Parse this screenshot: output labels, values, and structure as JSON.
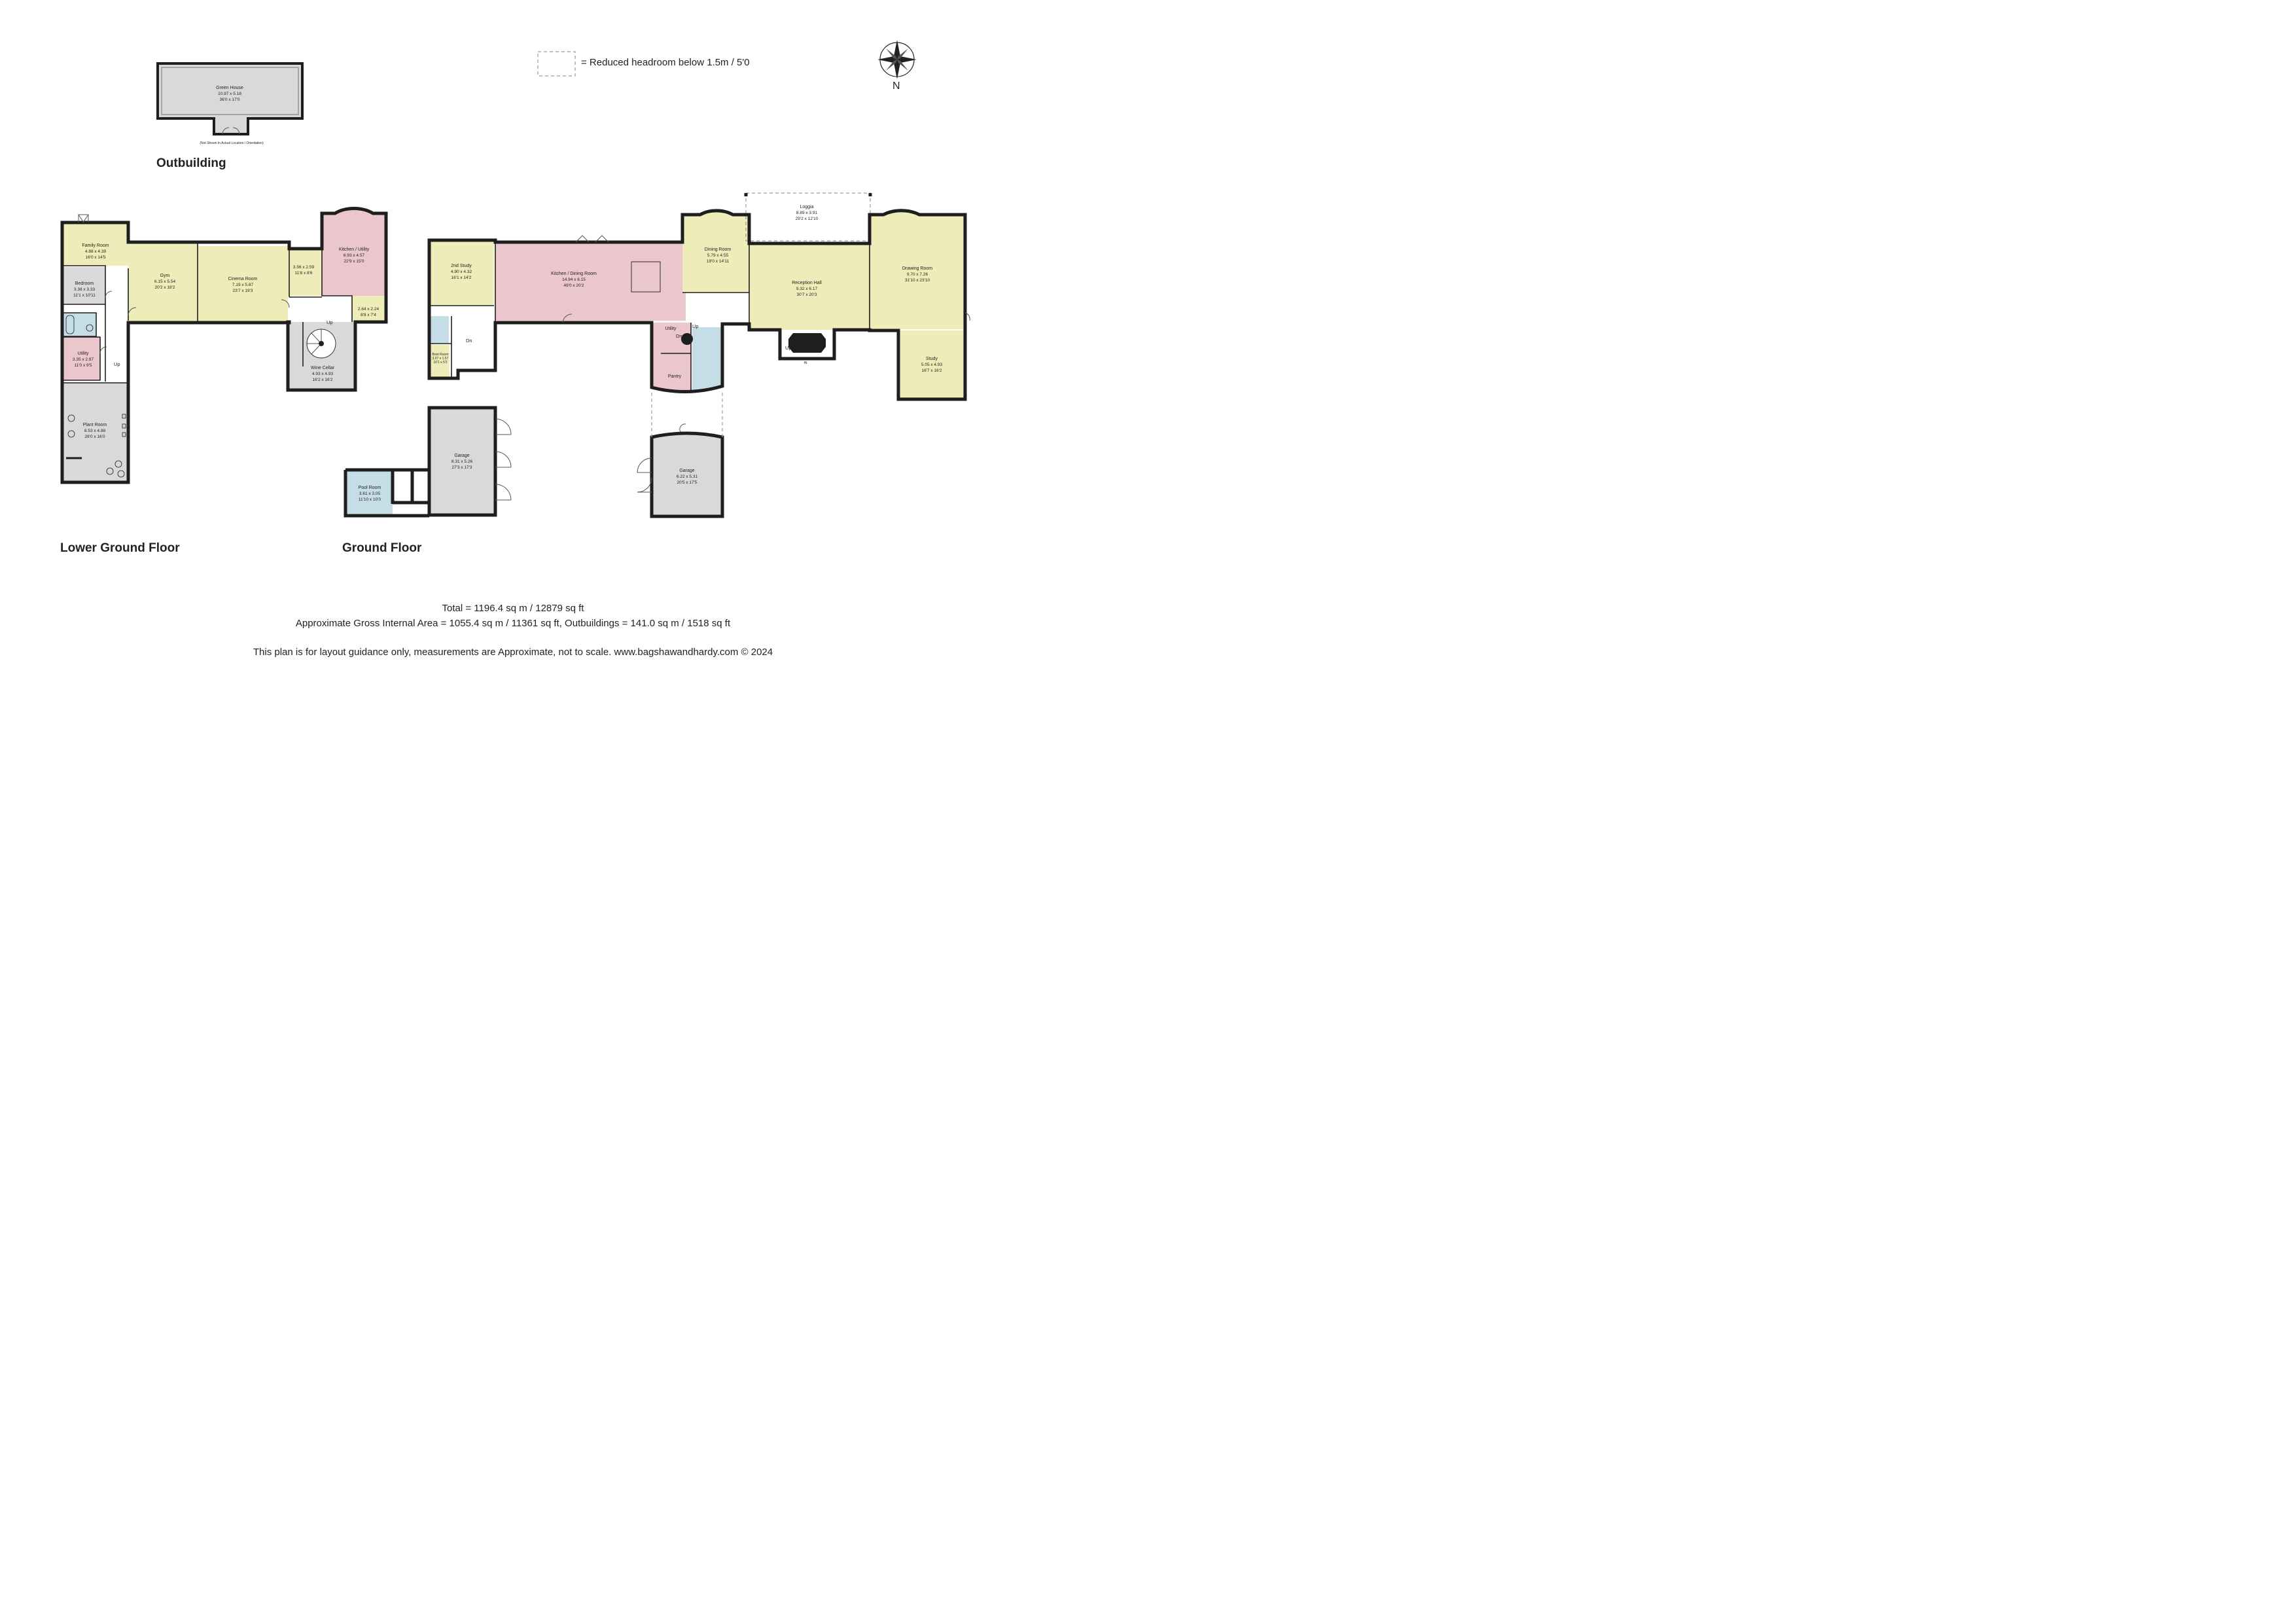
{
  "legend": {
    "text": "= Reduced headroom below 1.5m / 5'0"
  },
  "compass": {
    "label": "N",
    "icon": "north-compass-icon"
  },
  "floors": {
    "outbuilding": "Outbuilding",
    "lower_ground": "Lower Ground Floor",
    "ground": "Ground Floor"
  },
  "outbuilding": {
    "note": "(Not Shown In Actual Location / Orientation)",
    "green_house": {
      "name": "Green House",
      "metric": "10.97 x 5.18",
      "imperial": "36'0 x 17'0"
    }
  },
  "lower_ground_rooms": {
    "family_room": {
      "name": "Family Room",
      "metric": "4.88 x 4.39",
      "imperial": "16'0 x 14'5"
    },
    "bedroom": {
      "name": "Bedroom",
      "metric": "3.38 x 3.33",
      "imperial": "11'1 x 10'11"
    },
    "utility": {
      "name": "Utility",
      "metric": "3.35 x 2.87",
      "imperial": "11'0 x 9'5"
    },
    "plant_room": {
      "name": "Plant Room",
      "metric": "8.53 x 4.88",
      "imperial": "28'0 x 16'0"
    },
    "gym": {
      "name": "Gym",
      "metric": "6.15 x 5.54",
      "imperial": "20'2 x 18'2"
    },
    "cinema_room": {
      "name": "Cinema Room",
      "metric": "7.19 x 5.87",
      "imperial": "23'7 x 19'3"
    },
    "store_a": {
      "metric": "3.56 x 2.59",
      "imperial": "11'8 x 8'6"
    },
    "store_b": {
      "metric": "2.64 x 2.24",
      "imperial": "8'8 x 7'4"
    },
    "kitchen_utility": {
      "name": "Kitchen / Utility",
      "metric": "6.93 x 4.57",
      "imperial": "22'9 x 15'0"
    },
    "wine_cellar": {
      "name": "Wine Cellar",
      "metric": "4.93 x 4.93",
      "imperial": "16'2 x 16'2"
    }
  },
  "ground_rooms": {
    "second_study": {
      "name": "2nd Study",
      "metric": "4.90 x 4.32",
      "imperial": "16'1 x 14'2"
    },
    "boot_room": {
      "name": "Boot Room",
      "metric": "3.07 x 1.57",
      "imperial": "10'1 x 5'2"
    },
    "kitchen_dining": {
      "name": "Kitchen / Dining Room",
      "metric": "14.94 x 6.15",
      "imperial": "49'0 x 20'2"
    },
    "dining_room": {
      "name": "Dining Room",
      "metric": "5.79 x 4.55",
      "imperial": "19'0 x 14'11"
    },
    "loggia": {
      "name": "Loggia",
      "metric": "8.89 x 3.91",
      "imperial": "29'2 x 12'10"
    },
    "reception_hall": {
      "name": "Reception Hall",
      "metric": "9.32 x 6.17",
      "imperial": "30'7 x 20'3"
    },
    "drawing_room": {
      "name": "Drawing Room",
      "metric": "9.70 x 7.26",
      "imperial": "31'10 x 23'10"
    },
    "study": {
      "name": "Study",
      "metric": "5.05 x 4.93",
      "imperial": "16'7 x 16'2"
    },
    "utility": {
      "name": "Utility"
    },
    "pantry": {
      "name": "Pantry"
    },
    "garage_1": {
      "name": "Garage",
      "metric": "8.31 x 5.26",
      "imperial": "27'3 x 17'3"
    },
    "garage_2": {
      "name": "Garage",
      "metric": "6.22 x 5.31",
      "imperial": "20'5 x 17'5"
    },
    "pool_room": {
      "name": "Pool Room",
      "metric": "3.61 x 3.05",
      "imperial": "11'10 x 10'0"
    }
  },
  "stair_labels": {
    "up": "Up",
    "dn": "Dn",
    "in": "IN"
  },
  "totals": {
    "total": "Total = 1196.4 sq m / 12879 sq ft",
    "gia": "Approximate Gross Internal Area = 1055.4 sq m / 11361 sq ft, Outbuildings = 141.0 sq m / 1518 sq ft",
    "disclaimer": "This plan is for layout guidance only, measurements are Approximate, not to scale. www.bagshawandhardy.com © 2024"
  }
}
